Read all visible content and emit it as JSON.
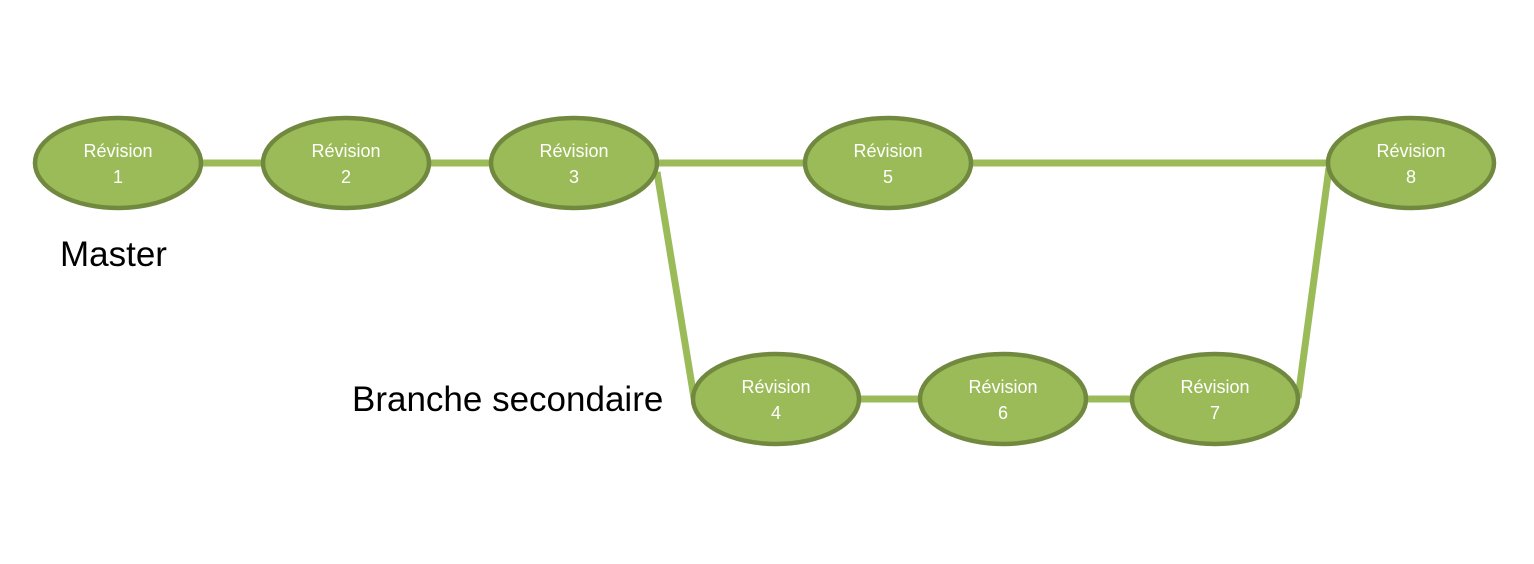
{
  "branches": {
    "master": {
      "label": "Master"
    },
    "secondary": {
      "label": "Branche secondaire"
    }
  },
  "nodes": [
    {
      "id": "r1",
      "line1": "Révision",
      "line2": "1"
    },
    {
      "id": "r2",
      "line1": "Révision",
      "line2": "2"
    },
    {
      "id": "r3",
      "line1": "Révision",
      "line2": "3"
    },
    {
      "id": "r5",
      "line1": "Révision",
      "line2": "5"
    },
    {
      "id": "r8",
      "line1": "Révision",
      "line2": "8"
    },
    {
      "id": "r4",
      "line1": "Révision",
      "line2": "4"
    },
    {
      "id": "r6",
      "line1": "Révision",
      "line2": "6"
    },
    {
      "id": "r7",
      "line1": "Révision",
      "line2": "7"
    }
  ],
  "edges": [
    [
      "r1",
      "r2"
    ],
    [
      "r2",
      "r3"
    ],
    [
      "r3",
      "r5"
    ],
    [
      "r5",
      "r8"
    ],
    [
      "r3",
      "r4"
    ],
    [
      "r4",
      "r6"
    ],
    [
      "r6",
      "r7"
    ],
    [
      "r7",
      "r8"
    ]
  ],
  "colors": {
    "node_fill": "#9bbb59",
    "node_border": "#71893f",
    "edge": "#9bbb59",
    "node_text": "#ffffff",
    "label_text": "#000000"
  }
}
